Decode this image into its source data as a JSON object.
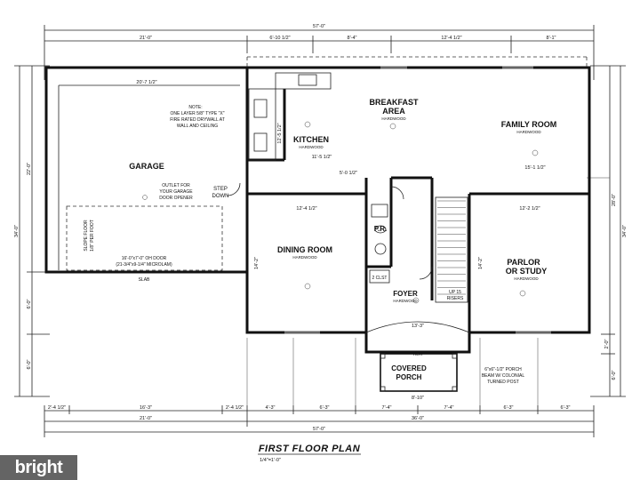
{
  "plan": {
    "title": "FIRST FLOOR PLAN",
    "scale": "1/4\"=1'-0\"",
    "rooms": {
      "garage": "GARAGE",
      "breakfast_1": "BREAKFAST",
      "breakfast_2": "AREA",
      "kitchen": "KITCHEN",
      "family_room": "FAMILY ROOM",
      "dining_room": "DINING ROOM",
      "parlor_1": "PARLOR",
      "parlor_2": "OR STUDY",
      "pr": "P.R.",
      "foyer": "FOYER",
      "porch_1": "COVERED",
      "porch_2": "PORCH"
    },
    "floor_notes": {
      "hardwood": "HARDWOOD"
    },
    "notes": {
      "fire_wall": [
        "NOTE:",
        "ONE LAYER 5/8\" TYPE \"X\"",
        "FIRE RATED DRYWALL AT",
        "WALL AND CEILING"
      ],
      "outlet": [
        "OUTLET FOR",
        "YOUR GARAGE",
        "DOOR OPENER"
      ],
      "step_down": [
        "STEP",
        "DOWN"
      ],
      "slope": [
        "SLOPE FLOOR",
        "1/8\" PER FOOT"
      ],
      "garage_door": [
        "16'-0\"x7'-0\" OH DOOR",
        "(21-3/4\"x9-1/4\" MICROLAM)"
      ],
      "porch_beam": [
        "6\"x6\"-1/2\" PORCH",
        "BEAM W/ COLONIAL",
        "TURNED POST"
      ],
      "up_risers": [
        "UP 15",
        "RISERS"
      ],
      "hdr": "HDR",
      "closet": "2 CLST",
      "slab": "SLAB"
    },
    "dims": {
      "total_width": "57'-0\"",
      "top_garage": "21'-0\"",
      "top_a": "6'-10 1/2\"",
      "top_b": "8'-4\"",
      "top_c": "12'-4 1/2\"",
      "top_d": "8'-1\"",
      "garage_depth": "20'-7 1/2\"",
      "left_total": "34'-0\"",
      "left_a": "22'-0\"",
      "left_b": "6'-0\"",
      "left_c": "6'-0\"",
      "right_total": "34'-0\"",
      "right_a": "28'-0\"",
      "right_b": "2'-0\"",
      "right_c": "6'-0\"",
      "kitchen_h": "12'-5 1/2\"",
      "kitchen_w": "11'-5 1/2\"",
      "mid_a": "5'-0 1/2\"",
      "mid_b": "15'-1 1/2\"",
      "dining_w": "12'-4 1/2\"",
      "dining_h": "14'-2\"",
      "parlor_w": "12'-2 1/2\"",
      "parlor_h": "14'-2\"",
      "foyer_w": "13'-3\"",
      "porch_w": "8'-10\"",
      "b_1": "2'-4 1/2\"",
      "b_2": "16'-3\"",
      "b_3": "2'-4 1/2\"",
      "b_4": "4'-3\"",
      "b_5": "6'-3\"",
      "b_6": "7'-4\"",
      "b_7": "7'-4\"",
      "b_8": "6'-3\"",
      "b_9": "6'-3\"",
      "bottom_garage": "21'-0\"",
      "bottom_house": "36'-0\"",
      "bottom_total": "57'-0\""
    }
  },
  "watermark": "bright"
}
